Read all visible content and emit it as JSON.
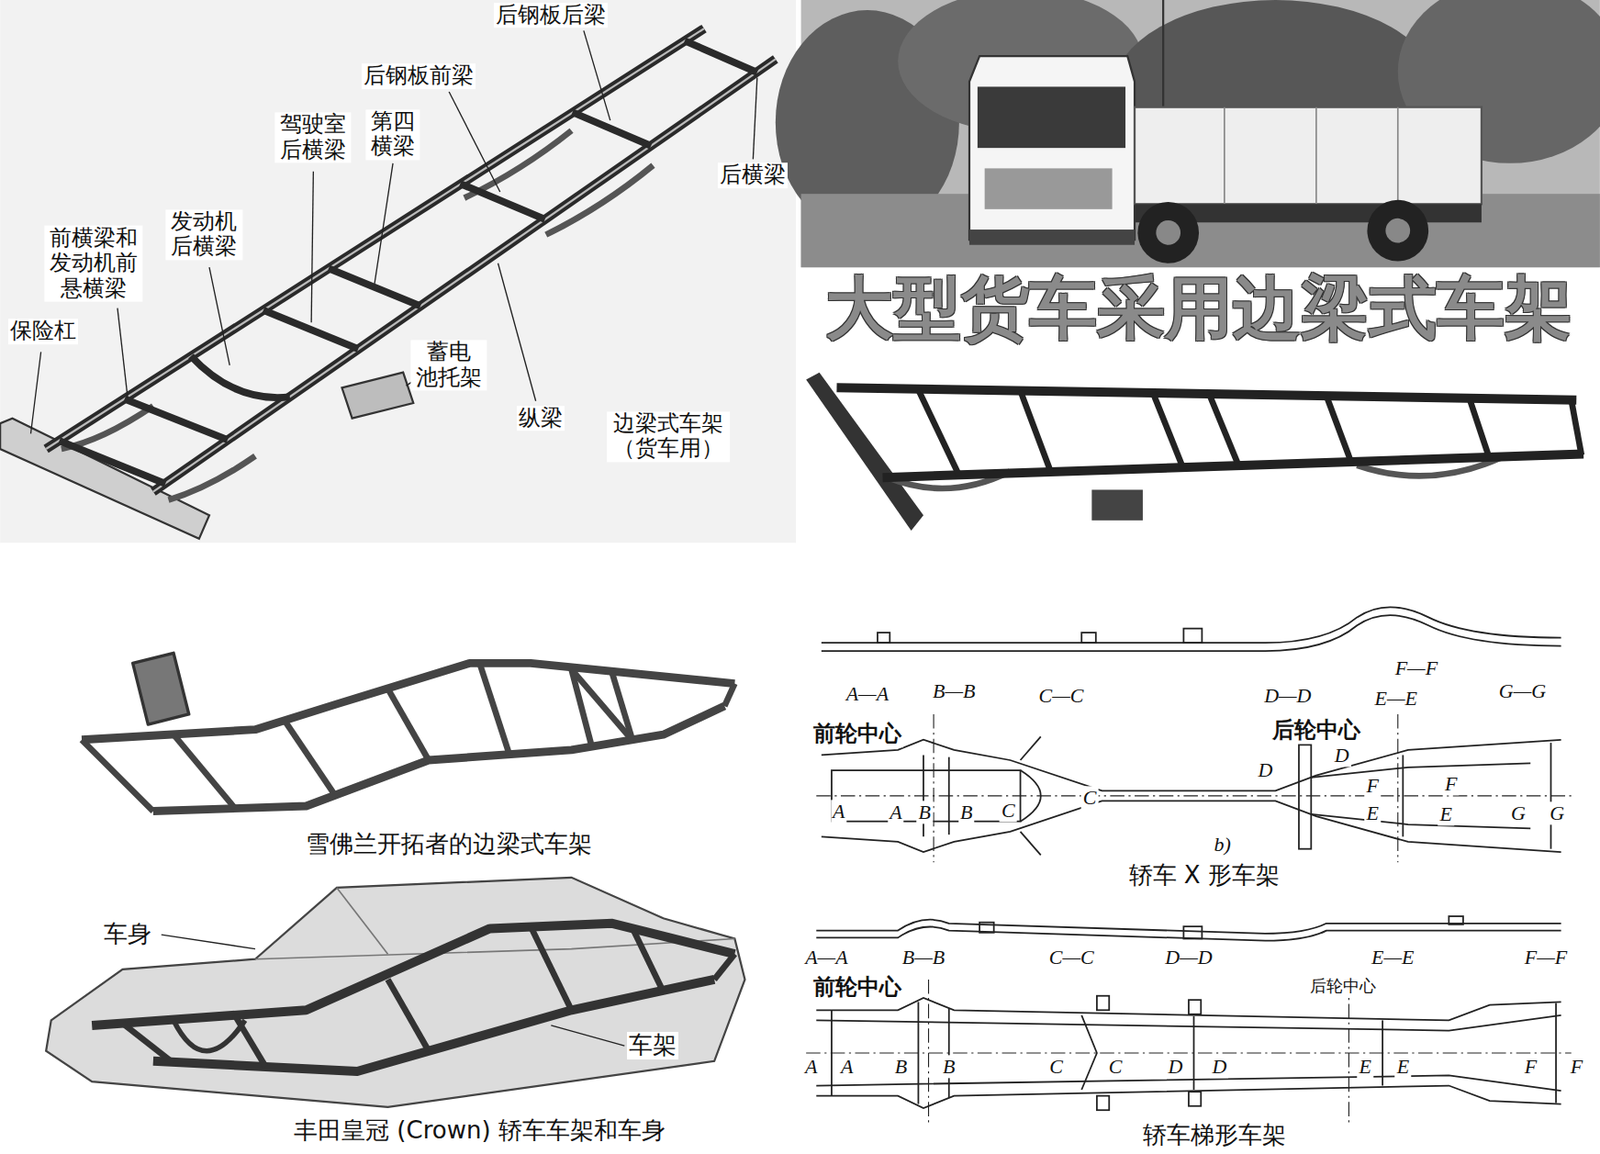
{
  "diagram": {
    "labels": [
      "后钢板后梁",
      "后钢板前梁",
      "驾驶室 后横梁",
      "第四 横梁",
      "后横梁",
      "前横梁和 发动机前 悬横梁",
      "发动机 后横梁",
      "保险杠",
      "蓄电 池托架",
      "纵梁",
      "边梁式车架 （货车用）",
      "大型货车采用边梁式车架",
      "雪佛兰开拓者的边梁式车架",
      "车身",
      "车架",
      "丰田皇冠 (Crown) 轿车车架和车身",
      "A—A",
      "B—B",
      "C—C",
      "D—D",
      "F—F",
      "E—E",
      "G—G",
      "前轮中心",
      "后轮中心",
      "A",
      "A",
      "B",
      "B",
      "C",
      "C",
      "D",
      "D",
      "F",
      "F",
      "E",
      "E",
      "G",
      "G",
      "b)",
      "轿车 X 形车架",
      "A—A",
      "B—B",
      "C—C",
      "D—D",
      "E—E",
      "F—F",
      "前轮中心",
      "后轮中心",
      "A",
      "A",
      "B",
      "B",
      "C",
      "C",
      "D",
      "D",
      "E",
      "E",
      "F",
      "F",
      "轿车梯形车架"
    ]
  }
}
